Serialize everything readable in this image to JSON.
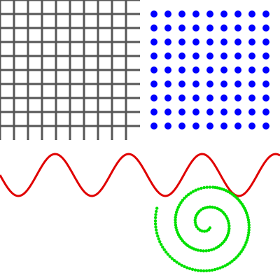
{
  "colors": {
    "background": "#ffffff",
    "grid": "#555555",
    "dots": "#0000ff",
    "wave": "#e00000",
    "spiral": "#00e000"
  },
  "grid": {
    "vertical_lines": 10,
    "horizontal_lines": 10
  },
  "dot_matrix": {
    "rows": 9,
    "columns": 9
  },
  "wave": {
    "cycles": 4
  },
  "spiral": {
    "turns": 2.5
  }
}
